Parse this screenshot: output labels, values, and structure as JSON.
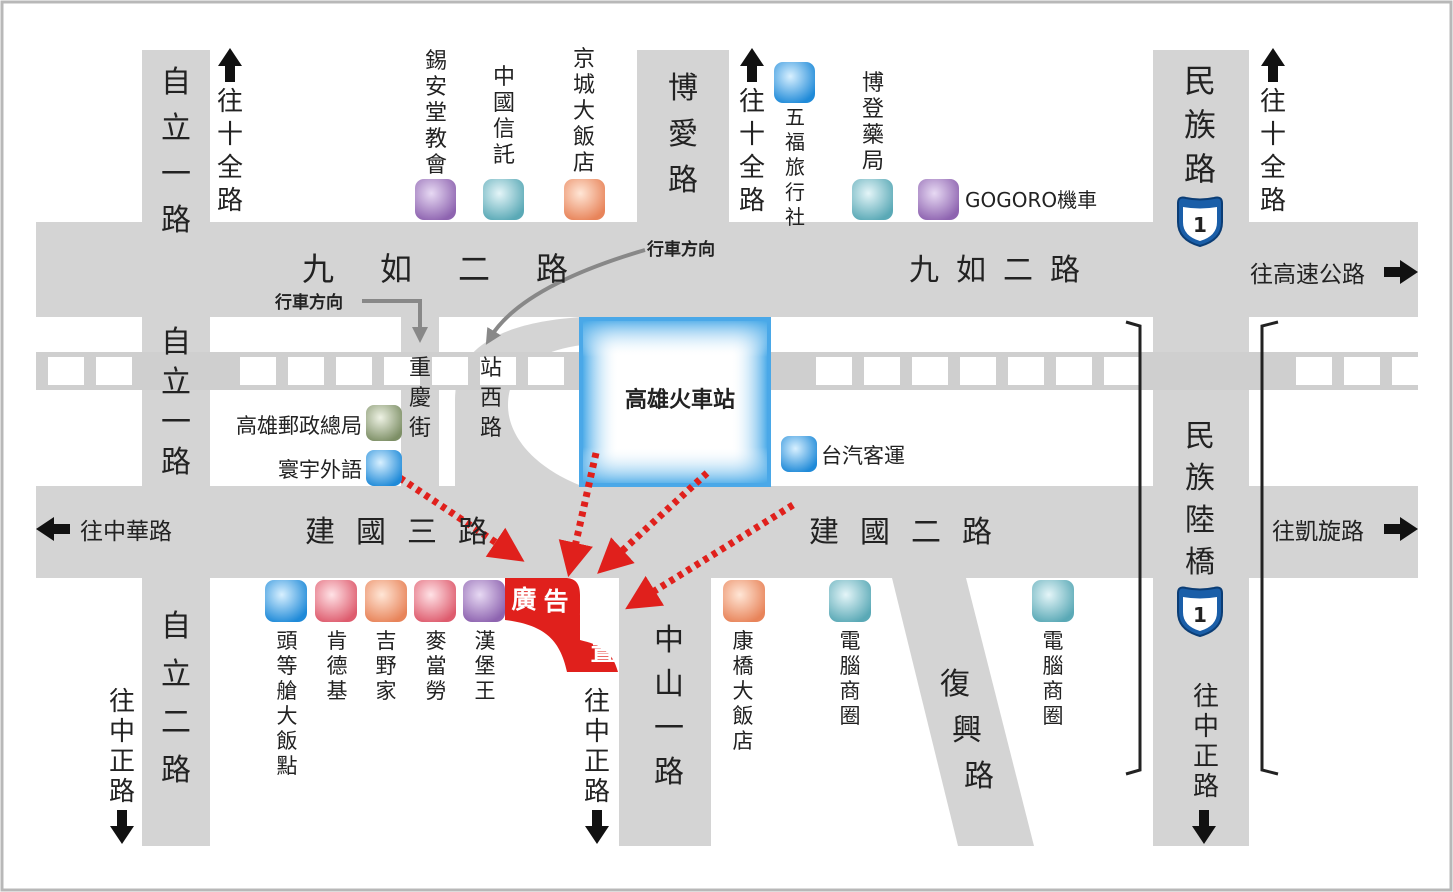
{
  "roads": {
    "ziyi1": "自立一路",
    "boai": "博愛路",
    "minzu": "民族路",
    "jiuru": "九如二路",
    "ziyi1_mid": "自立一路",
    "chongqing": "重慶街",
    "zhanxi": "站西路",
    "jianguo3": "建國三路",
    "jianguo2": "建國二路",
    "ziyi2": "自立二路",
    "zhongshan1": "中山一路",
    "fuxing": "復興路",
    "minzu_bridge": "民族陸橋",
    "highway_number": "1"
  },
  "directions": {
    "to_shiquan": "往十全路",
    "to_highway": "往高速公路",
    "to_zhonghua": "往中華路",
    "to_kaixuan": "往凱旋路",
    "to_zhongzheng": "往中正路",
    "traffic": "行車方向"
  },
  "station": {
    "name": "高雄火車站"
  },
  "ad": {
    "text": "廣告位置"
  },
  "landmarks": {
    "xian_church": "錫安堂教會",
    "china_trust": "中國信託",
    "jingcheng": "京城大飯店",
    "wufu": "五福旅行社",
    "bodeng": "博登藥局",
    "gogoro": "GOGORO機車",
    "post_office": "高雄郵政總局",
    "huanyu": "寰宇外語",
    "kuo_kuang": "台汽客運",
    "toudeng": "頭等艙大飯點",
    "kfc": "肯德基",
    "yoshinoya": "吉野家",
    "mcdonalds": "麥當勞",
    "burger_king": "漢堡王",
    "kangqiao": "康橋大飯店",
    "electronics1": "電腦商圈",
    "electronics2": "電腦商圈"
  },
  "colors": {
    "road": "#d4d4d4",
    "border": "#b8b8b8",
    "arrow_red": "#e0201c",
    "station_blue": "#4aa8e8",
    "marker_purple": "#9a72b8",
    "marker_teal": "#6fb8c4",
    "marker_orange": "#ef9a72",
    "marker_blue": "#3a9ce0",
    "marker_pink": "#e77a88",
    "marker_green": "#8fa078"
  }
}
